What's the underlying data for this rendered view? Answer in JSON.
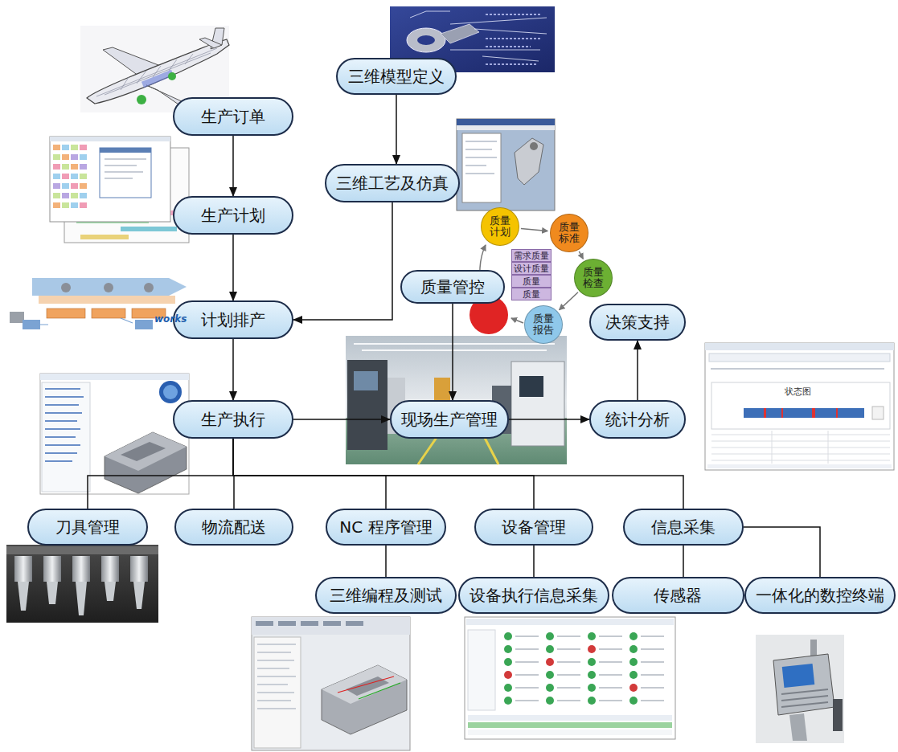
{
  "diagram": {
    "nodes": [
      {
        "text": [
          "三维模型定义"
        ]
      },
      {
        "text": [
          "生产订单"
        ]
      },
      {
        "text": [
          "三维工艺及仿真"
        ]
      },
      {
        "text": [
          "生产计划"
        ]
      },
      {
        "text": [
          "质量计划"
        ]
      },
      {
        "text": [
          "质量标准"
        ]
      },
      {
        "text": [
          "需求质量"
        ]
      },
      {
        "text": [
          "设计质量"
        ]
      },
      {
        "text": [
          "质量"
        ]
      },
      {
        "text": [
          "质量"
        ]
      },
      {
        "text": [
          "质量管控"
        ]
      },
      {
        "text": [
          "质量检查"
        ]
      },
      {
        "text": [
          "决策支持"
        ]
      },
      {
        "text": [
          "计划排产"
        ]
      },
      {
        "text": [
          "质量报告"
        ]
      },
      {
        "text": [
          "生产执行"
        ]
      },
      {
        "text": [
          "现场生产管理"
        ]
      },
      {
        "text": [
          "统计分析"
        ]
      },
      {
        "text": [
          "刀具管理"
        ]
      },
      {
        "text": [
          "物流配送"
        ]
      },
      {
        "text": [
          "NC 程序管理"
        ]
      },
      {
        "text": [
          "设备管理"
        ]
      },
      {
        "text": [
          "信息采集"
        ]
      },
      {
        "text": [
          "三维编程及测试"
        ]
      },
      {
        "text": [
          "设备执行信息采集"
        ]
      },
      {
        "text": [
          "传感器"
        ]
      },
      {
        "text": [
          "一体化的数控终端"
        ]
      }
    ],
    "edges": [
      {
        "from": 1,
        "to": 3,
        "arrow": "to"
      },
      {
        "from": 3,
        "to": 13,
        "arrow": "to"
      },
      {
        "from": 0,
        "to": 2,
        "arrow": "to"
      },
      {
        "from": 2,
        "to": 13,
        "arrow": "to"
      },
      {
        "from": 13,
        "to": 15,
        "arrow": "to"
      },
      {
        "from": 15,
        "to": 16,
        "arrow": "to"
      },
      {
        "from": 10,
        "to": 16,
        "arrow": "to"
      },
      {
        "from": 16,
        "to": 17,
        "arrow": "to"
      },
      {
        "from": 17,
        "to": 12,
        "arrow": "to"
      },
      {
        "from": 15,
        "to": 18,
        "arrow": "none"
      },
      {
        "from": 15,
        "to": 19,
        "arrow": "none"
      },
      {
        "from": 15,
        "to": 20,
        "arrow": "none"
      },
      {
        "from": 15,
        "to": 21,
        "arrow": "none"
      },
      {
        "from": 15,
        "to": 22,
        "arrow": "none"
      },
      {
        "from": 20,
        "to": 23,
        "arrow": "none"
      },
      {
        "from": 21,
        "to": 24,
        "arrow": "none"
      },
      {
        "from": 22,
        "to": 25,
        "arrow": "none"
      },
      {
        "from": 22,
        "to": 26,
        "arrow": "none"
      },
      {
        "from": 4,
        "to": 5,
        "arrow": "to"
      },
      {
        "from": 5,
        "to": 11,
        "arrow": "to"
      },
      {
        "from": 11,
        "to": 14,
        "arrow": "to"
      }
    ],
    "labels": [
      "works",
      "状态图"
    ]
  }
}
